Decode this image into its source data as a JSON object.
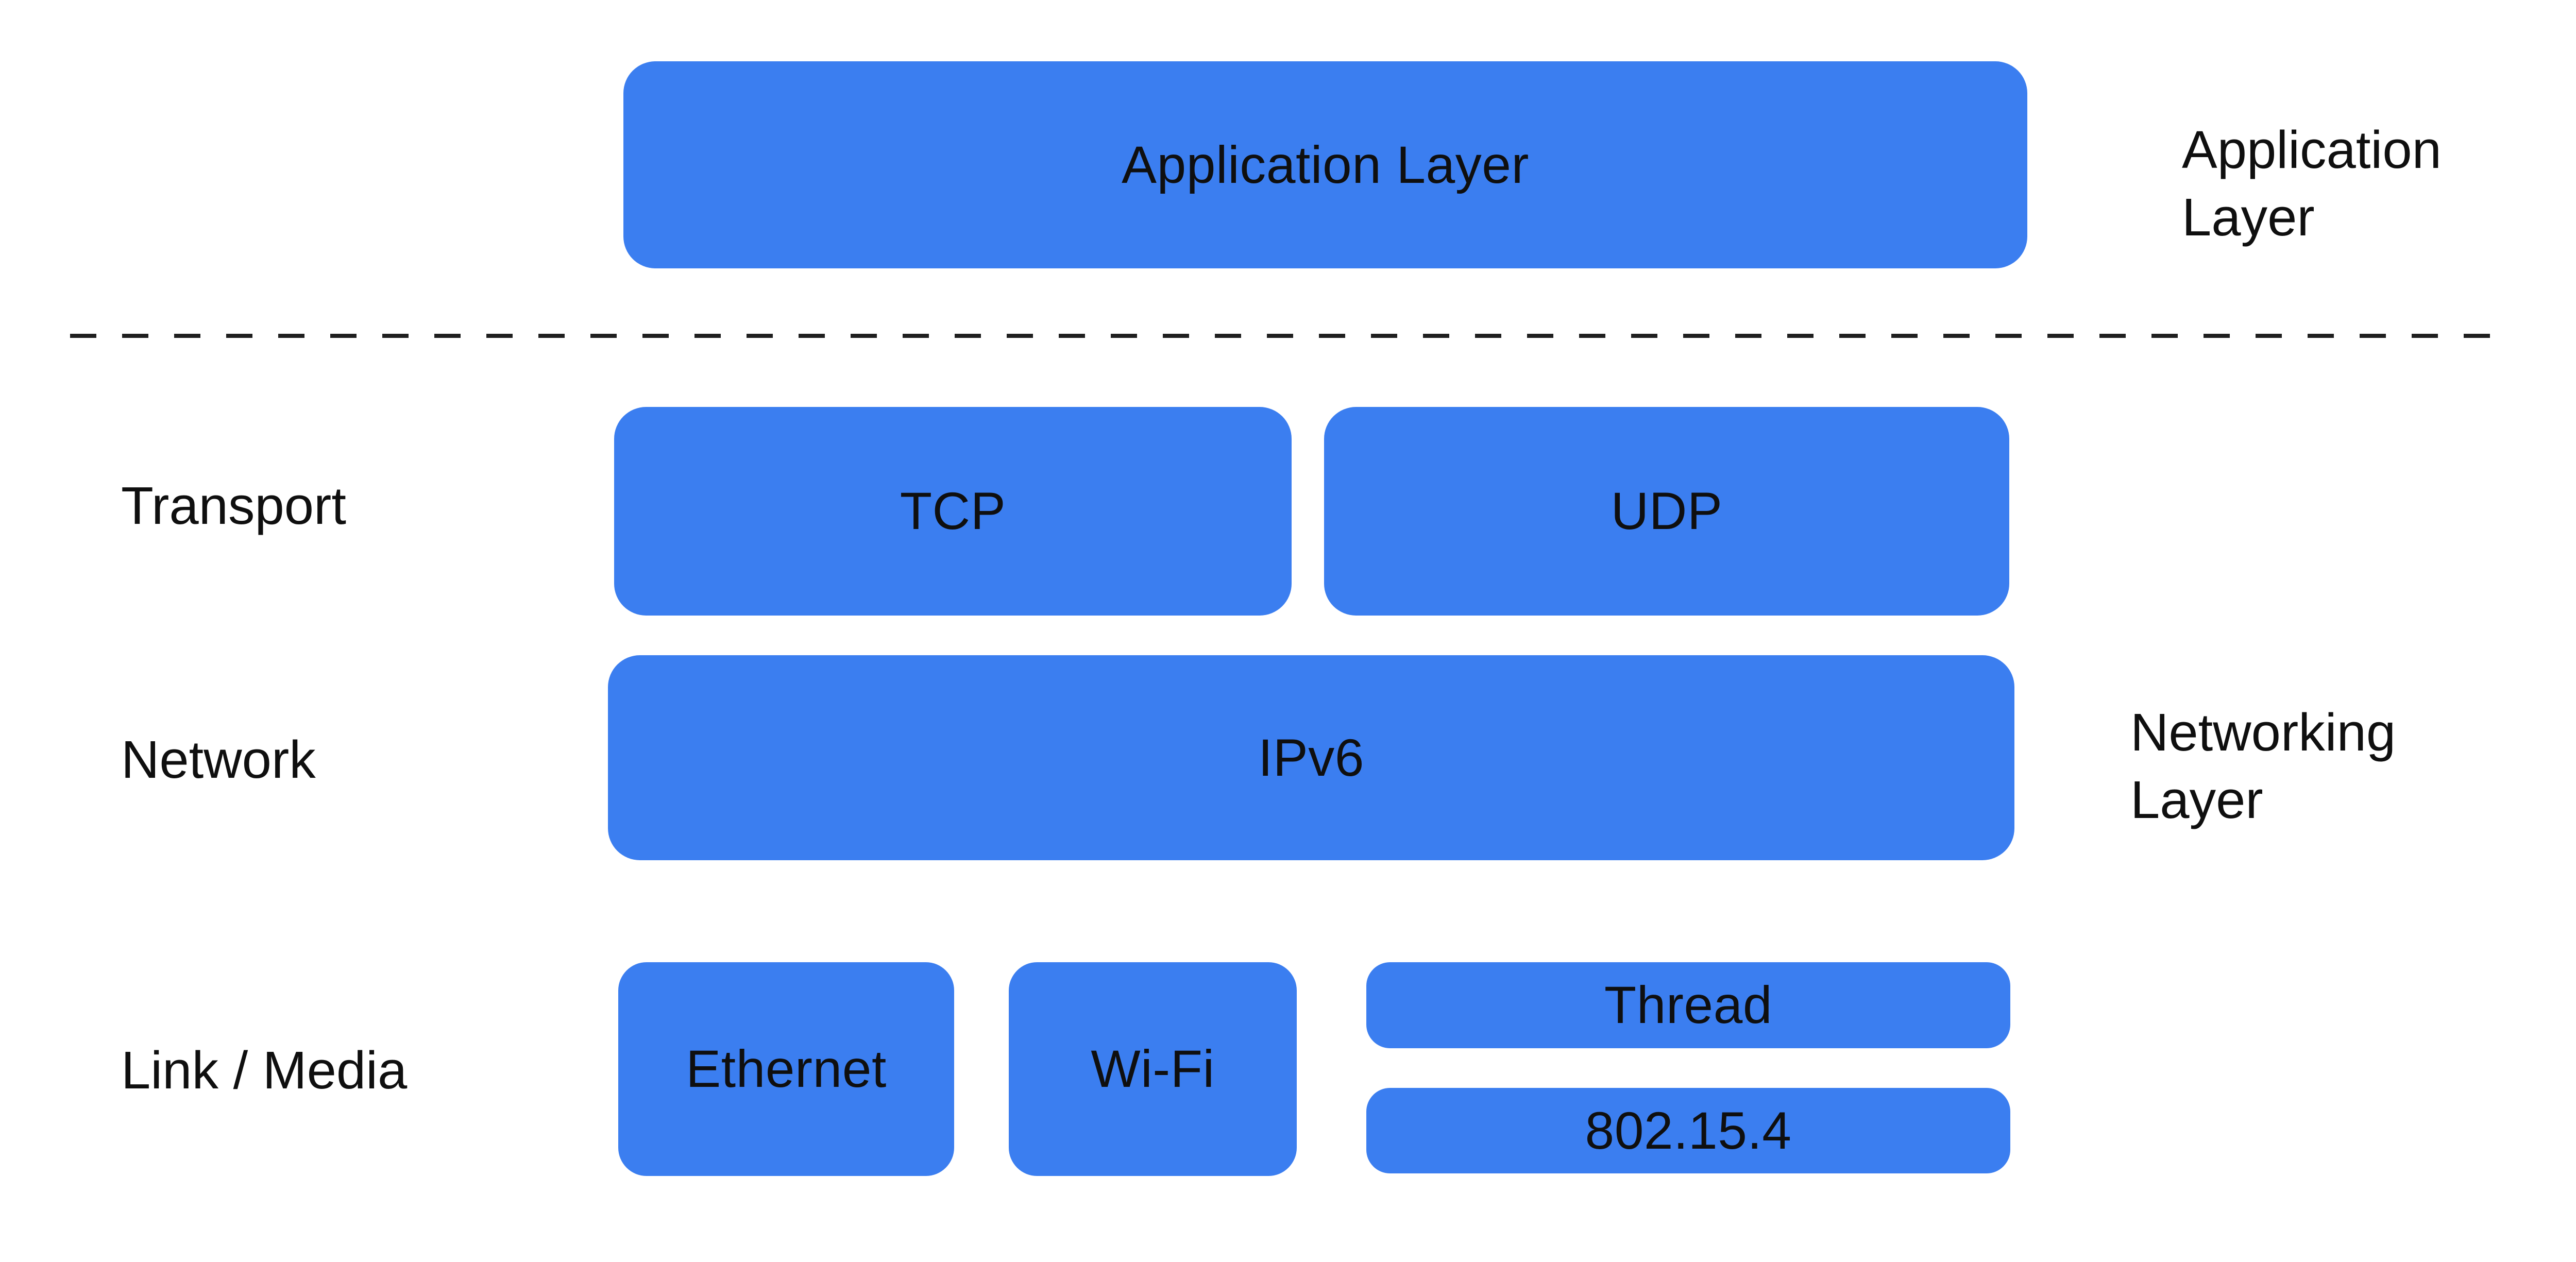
{
  "diagram": {
    "colors": {
      "node_fill": "#3b7ef0",
      "text": "#0f0f0f",
      "divider": "#1f1f1f",
      "background": "#ffffff"
    },
    "application_node": {
      "label": "Application Layer"
    },
    "side_labels": {
      "application": {
        "line1": "Application",
        "line2": "Layer"
      },
      "networking": {
        "line1": "Networking",
        "line2": "Layer"
      }
    },
    "rows": [
      {
        "label": "Transport",
        "nodes": [
          "TCP",
          "UDP"
        ]
      },
      {
        "label": "Network",
        "nodes": [
          "IPv6"
        ]
      },
      {
        "label": "Link / Media",
        "nodes": [
          "Ethernet",
          "Wi-Fi",
          "Thread",
          "802.15.4"
        ]
      }
    ]
  }
}
